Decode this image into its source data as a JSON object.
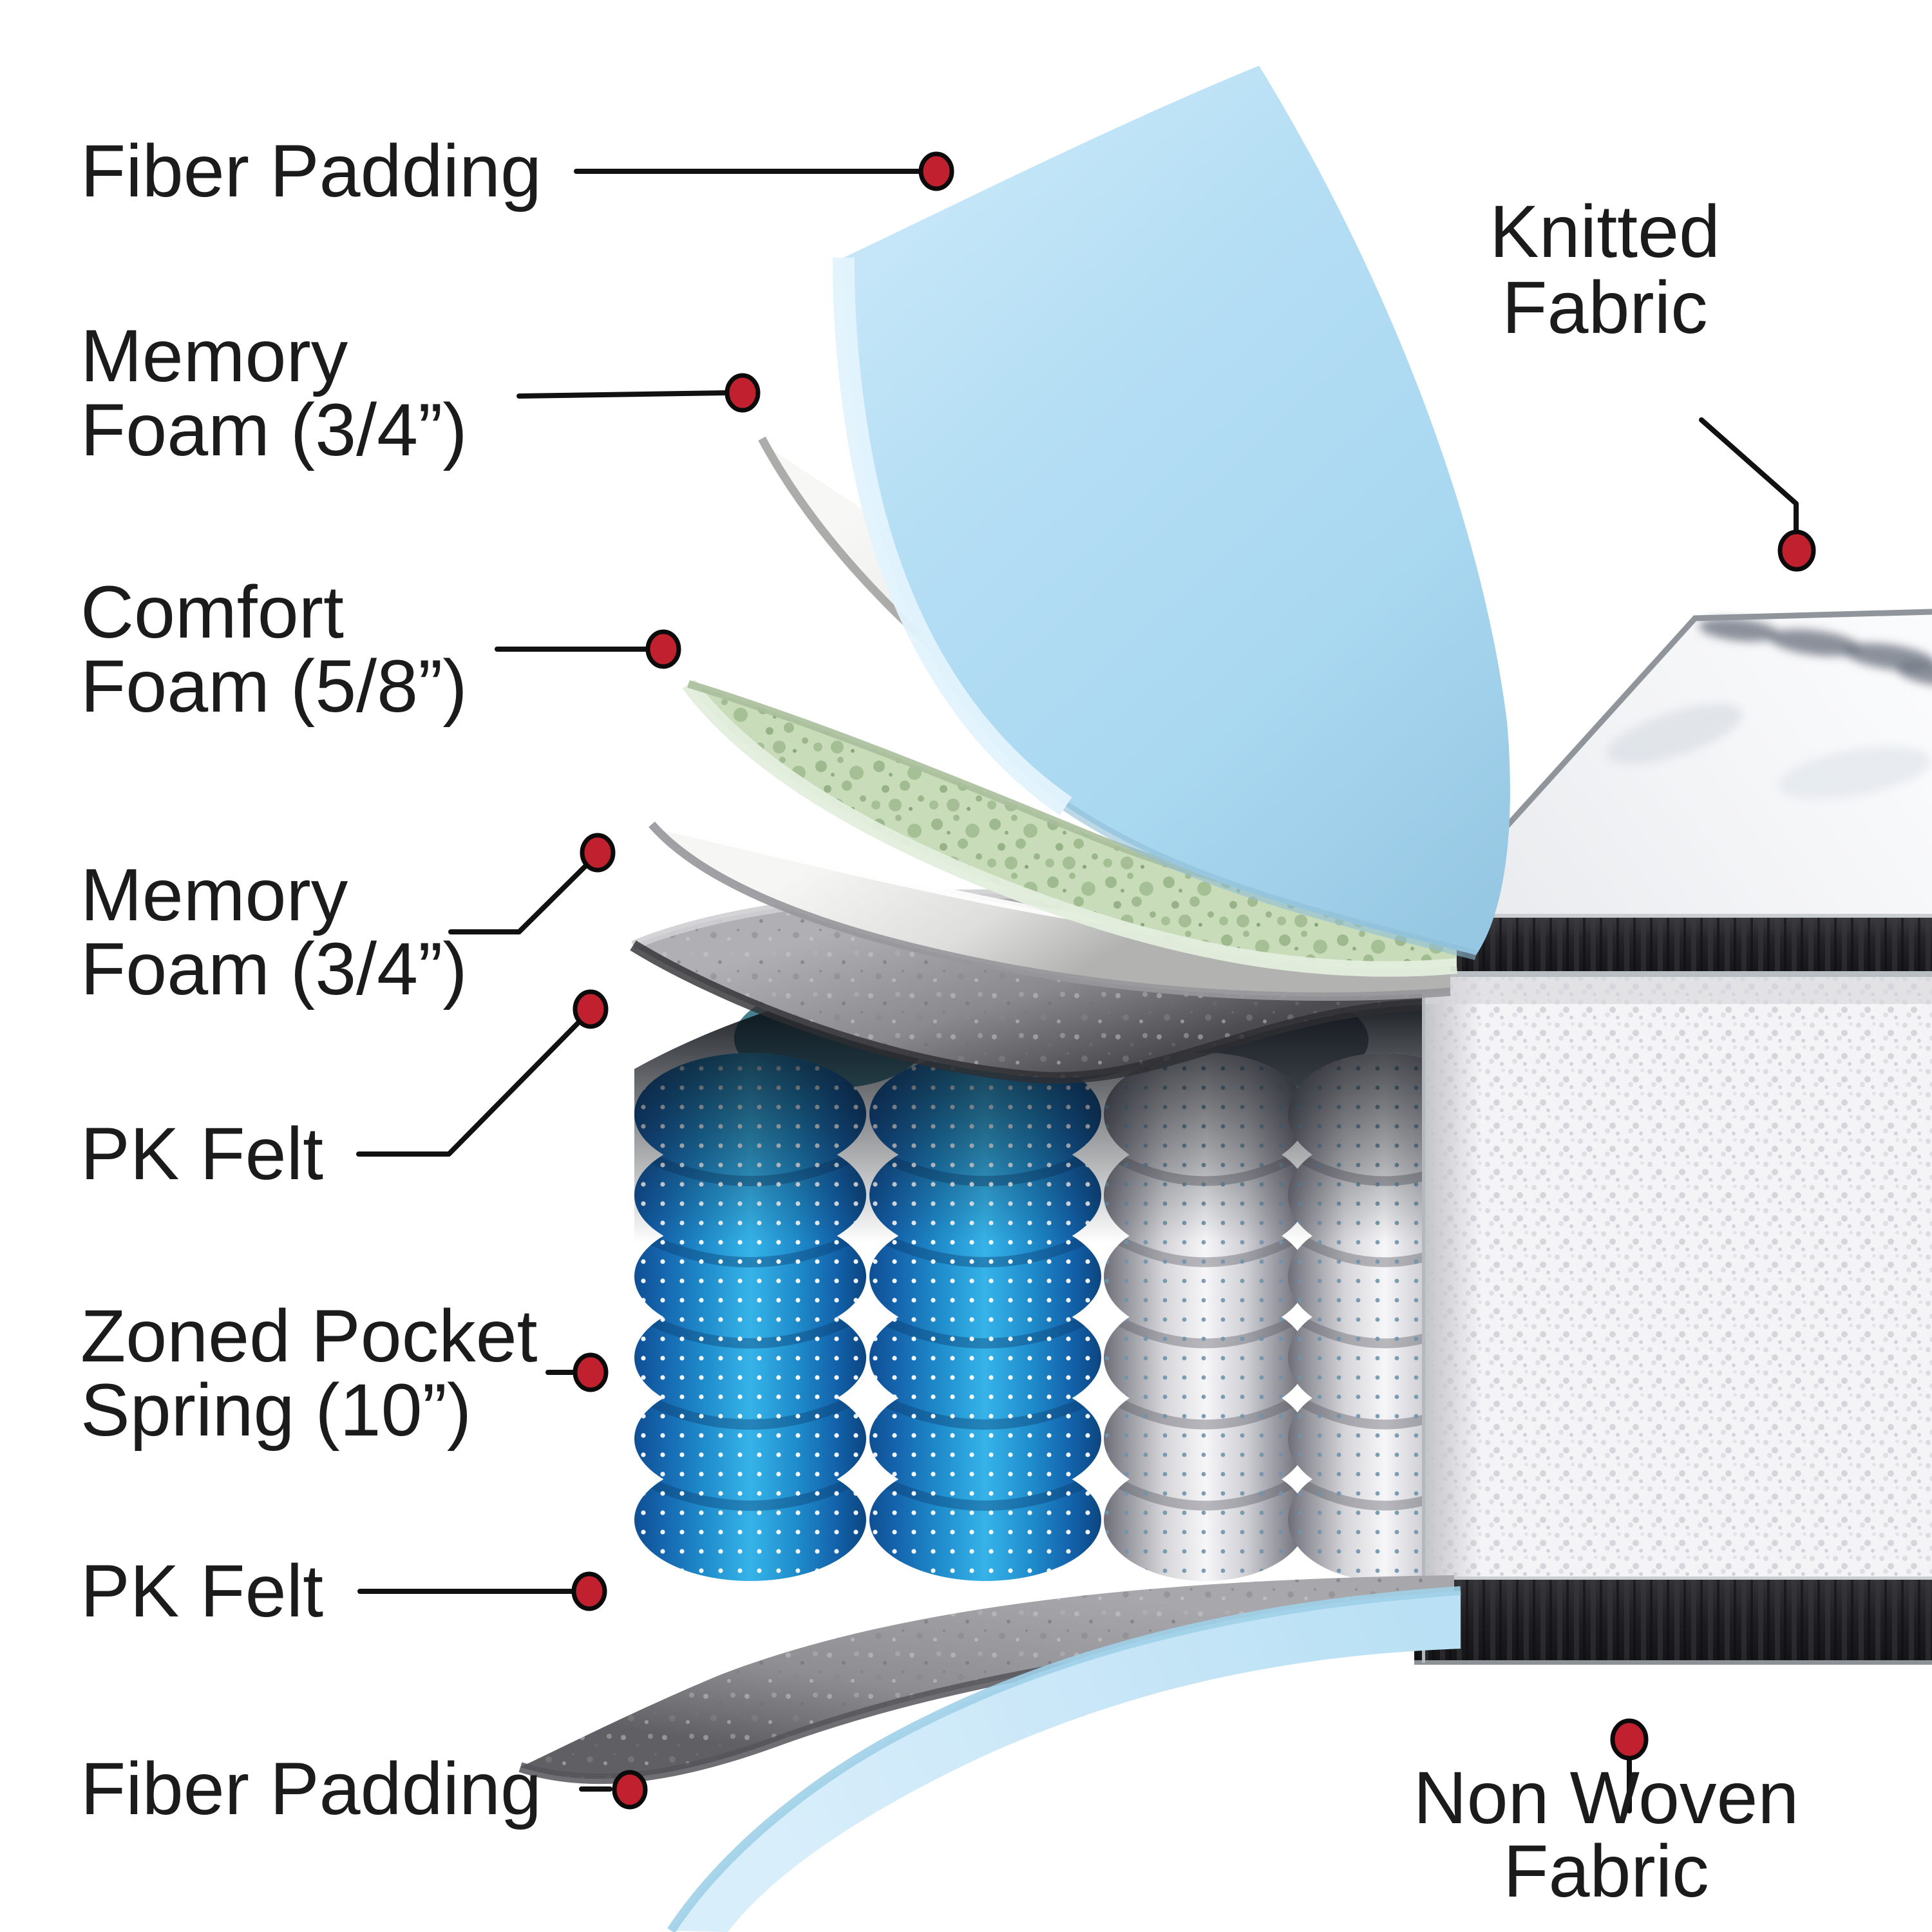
{
  "diagram": {
    "title": "Mattress construction cutaway diagram",
    "background": "#ffffff",
    "colors": {
      "accent_red": "#c1202e",
      "callout_line": "#111111",
      "text": "#1b1b1b",
      "fiber_padding_blue": "#b9e1f6",
      "fiber_padding_edge": "#e3f3fc",
      "memory_foam_white": "#f4f4f2",
      "comfort_foam_green": "#c9dcba",
      "pk_felt_gray": "#939397",
      "spring_blue": "#36b3e9",
      "spring_silver": "#f6f6f8",
      "fabric_band_black": "#232327",
      "knit_panel_white": "#f4f4f6"
    },
    "labels": {
      "fiber_padding_top": "Fiber Padding",
      "memory_foam_upper_1": "Memory",
      "memory_foam_upper_2": "Foam (3/4”)",
      "comfort_foam_1": "Comfort",
      "comfort_foam_2": "Foam (5/8”)",
      "memory_foam_lower_1": "Memory",
      "memory_foam_lower_2": "Foam (3/4”)",
      "pk_felt_upper": "PK Felt",
      "zoned_pocket_spring_1": "Zoned Pocket",
      "zoned_pocket_spring_2": "Spring (10”)",
      "pk_felt_lower": "PK Felt",
      "fiber_padding_bottom": "Fiber Padding",
      "knitted_fabric_1": "Knitted",
      "knitted_fabric_2": "Fabric",
      "non_woven_fabric_1": "Non Woven",
      "non_woven_fabric_2": "Fabric"
    },
    "layers": [
      {
        "name": "Fiber Padding",
        "color": "#b9e1f6"
      },
      {
        "name": "Memory Foam (3/4”)",
        "color": "#f4f4f2"
      },
      {
        "name": "Comfort Foam (5/8”)",
        "color": "#c9dcba"
      },
      {
        "name": "Memory Foam (3/4”)",
        "color": "#f4f4f2"
      },
      {
        "name": "PK Felt",
        "color": "#939397"
      },
      {
        "name": "Zoned Pocket Spring (10”)",
        "color": "#36b3e9"
      },
      {
        "name": "PK Felt",
        "color": "#939397"
      },
      {
        "name": "Fiber Padding",
        "color": "#b9e1f6"
      },
      {
        "name": "Knitted Fabric",
        "color": "#f2f3f5"
      },
      {
        "name": "Non Woven Fabric",
        "color": "#232327"
      }
    ]
  }
}
